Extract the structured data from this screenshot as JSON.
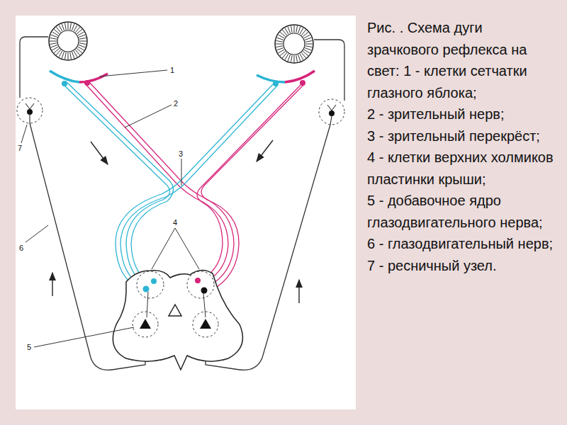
{
  "diagram": {
    "caption": "Рис. . Схема дуги зрачкового рефлекса на свет: 1 - клетки сетчатки глазного яблока;",
    "labels": [
      "1",
      "2",
      "3",
      "4",
      "5",
      "6",
      "7",
      "2 - зрительный нерв;",
      "3 - зрительный перекрёст;",
      "4 - клетки верхних холмиков пластинки крыши;",
      "5 - добавочное ядро глазодвигательного нерва;",
      "6 - глазодвигательный нерв;",
      "7 - ресничный узел."
    ]
  }
}
